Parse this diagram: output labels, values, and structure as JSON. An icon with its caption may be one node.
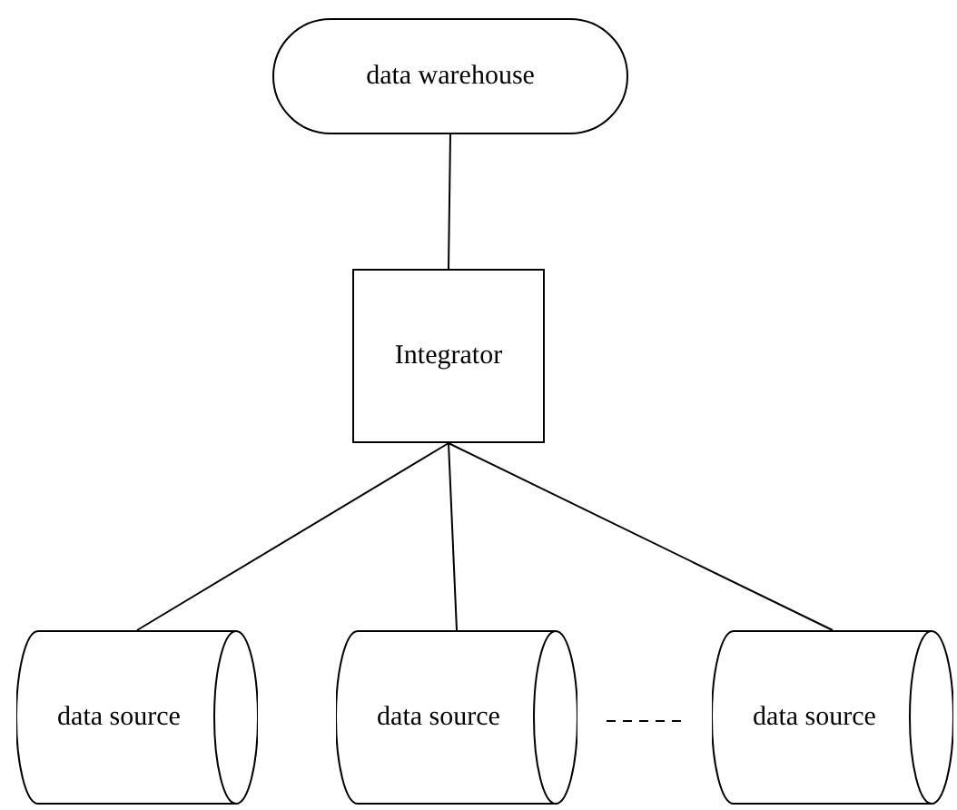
{
  "diagram": {
    "nodes": [
      {
        "text": [
          "data warehouse"
        ]
      },
      {
        "text": [
          "Integrator"
        ]
      },
      {
        "text": [
          "data source"
        ]
      },
      {
        "text": [
          "data source"
        ]
      },
      {
        "text": [
          "data source"
        ]
      }
    ],
    "edges": [
      {
        "from": 0,
        "to": 1,
        "arrow": "none"
      },
      {
        "from": 1,
        "to": 2,
        "arrow": "none"
      },
      {
        "from": 1,
        "to": 3,
        "arrow": "none"
      },
      {
        "from": 1,
        "to": 4,
        "arrow": "none"
      }
    ]
  }
}
